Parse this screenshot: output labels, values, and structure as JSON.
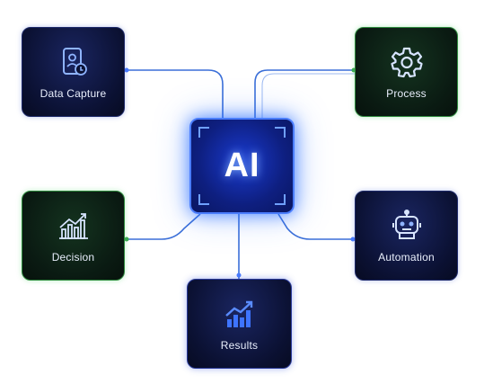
{
  "hub": {
    "label": "AI"
  },
  "nodes": [
    {
      "id": "data-capture",
      "label": "Data Capture",
      "icon": "phone-id-icon",
      "style": "navy"
    },
    {
      "id": "process",
      "label": "Process",
      "icon": "gear-icon",
      "style": "green"
    },
    {
      "id": "decision",
      "label": "Decision",
      "icon": "bar-chart-growth-icon",
      "style": "green"
    },
    {
      "id": "automation",
      "label": "Automation",
      "icon": "robot-icon",
      "style": "navy"
    },
    {
      "id": "results",
      "label": "Results",
      "icon": "bar-chart-trend-icon",
      "style": "navy"
    }
  ],
  "colors": {
    "navy": "#0b1133",
    "green_border": "#2f8a3e",
    "hub_blue": "#1a3ad0",
    "wire_blue": "#3b6fd8",
    "wire_green": "#3da852"
  }
}
